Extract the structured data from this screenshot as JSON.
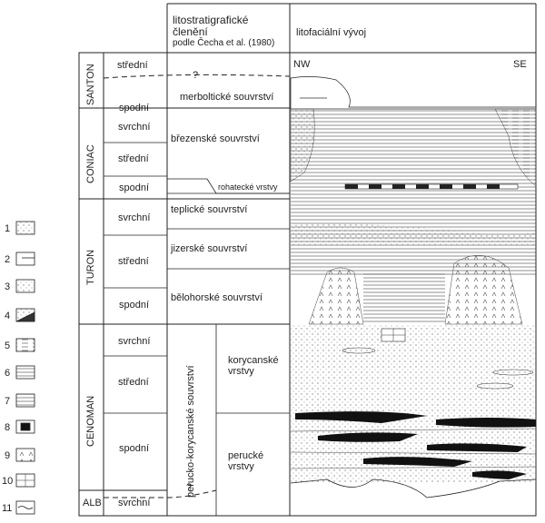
{
  "header": {
    "litho_title_line1": "litostratigrafické",
    "litho_title_line2": "členění",
    "litho_title_line3": "podle Čecha et al. (1980)",
    "facies_title": "litofaciální vývoj"
  },
  "directions": {
    "left": "NW",
    "right": "SE"
  },
  "stages": [
    {
      "name": "SANTON"
    },
    {
      "name": "CONIAC"
    },
    {
      "name": "TURON"
    },
    {
      "name": "CENOMAN"
    },
    {
      "name": "ALB"
    }
  ],
  "substages": {
    "santon_upper": "střední",
    "santon_lower": "spodní",
    "coniac_upper": "svrchní",
    "coniac_middle": "střední",
    "coniac_lower": "spodní",
    "turon_upper": "svrchní",
    "turon_middle": "střední",
    "turon_lower": "spodní",
    "cenoman_upper": "svrchní",
    "cenoman_middle": "střední",
    "cenoman_lower": "spodní",
    "alb": "svrchní"
  },
  "units": {
    "merboltice": "merboltické souvrství",
    "brezno": "březenské souvrství",
    "rohatce": "rohatecké vrstvy",
    "teplice": "teplické souvrství",
    "jizera": "jizerské souvrství",
    "bila_hora": "bělohorské souvrství",
    "perucko_korycany": "perucko-korycanské souvrství",
    "korycany": "korycanské vrstvy",
    "peruc": "perucké vrstvy"
  },
  "question_marks": [
    "?",
    "?"
  ],
  "legend": [
    "1",
    "2",
    "3",
    "4",
    "5",
    "6",
    "7",
    "8",
    "9",
    "10",
    "11"
  ]
}
